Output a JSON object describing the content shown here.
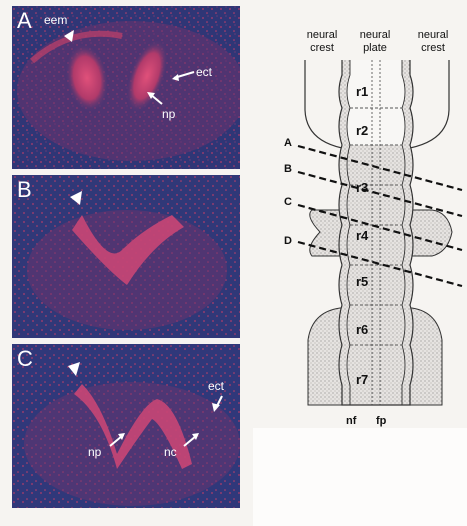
{
  "panels": {
    "a": {
      "letter": "A",
      "labels": {
        "eem": "eem",
        "ect": "ect",
        "np": "np"
      }
    },
    "b": {
      "letter": "B"
    },
    "c": {
      "letter": "C",
      "labels": {
        "ect": "ect",
        "np": "np",
        "nc": "nc"
      }
    }
  },
  "diagram": {
    "headers": {
      "left_crest": [
        "neural",
        "crest"
      ],
      "plate": [
        "neural",
        "plate"
      ],
      "right_crest": [
        "neural",
        "crest"
      ]
    },
    "rhombomeres": [
      "r1",
      "r2",
      "r3",
      "r4",
      "r5",
      "r6",
      "r7"
    ],
    "sections": [
      "A",
      "B",
      "C",
      "D"
    ],
    "bottom_labels": {
      "nf": "nf",
      "fp": "fp"
    }
  },
  "colors": {
    "tissue_bg": "#2f3676",
    "stain": "#c0406a",
    "outline": "#222222"
  }
}
